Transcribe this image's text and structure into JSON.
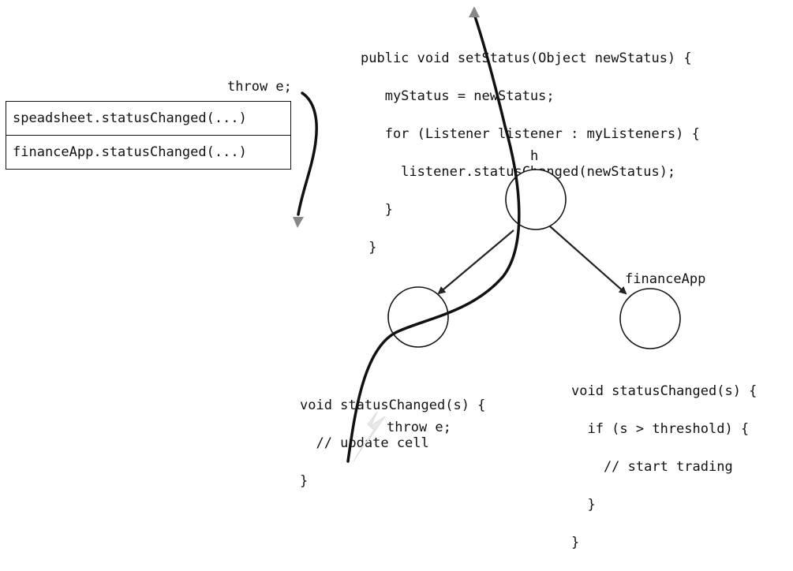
{
  "top_code": [
    "public void setStatus(Object newStatus) {",
    "   myStatus = newStatus;",
    "   for (Listener listener : myListeners) {",
    "     listener.statusChanged(newStatus);",
    "   }",
    " }"
  ],
  "left_throw": "throw e;",
  "call_stack": [
    "speadsheet.statusChanged(...)",
    "financeApp.statusChanged(...)"
  ],
  "node_labels": {
    "h": "h",
    "finance_app": "financeApp"
  },
  "spreadsheet_code": [
    "void statusChanged(s) {",
    "  // update cell",
    "}"
  ],
  "bottom_throw": "throw e;",
  "finance_code": [
    "void statusChanged(s) {",
    "  if (s > threshold) {",
    "    // start trading",
    "  }",
    "}"
  ],
  "colors": {
    "ink": "#111111",
    "arrow_gray": "#888888",
    "lightning": "#e6e6e6"
  }
}
